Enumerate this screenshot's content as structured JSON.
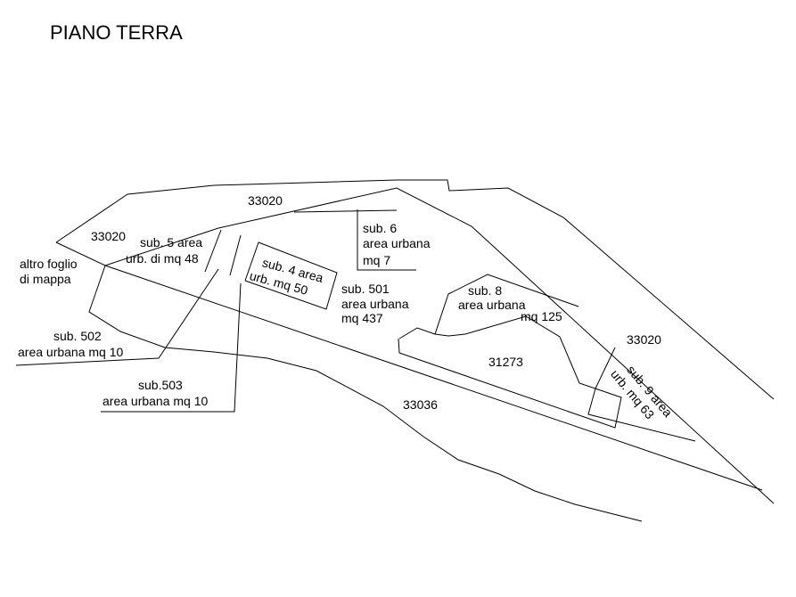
{
  "title": "PIANO TERRA",
  "colors": {
    "line": "#000000",
    "background": "#ffffff"
  },
  "labels": {
    "parcel_33020_top": "33020",
    "parcel_33020_left": "33020",
    "parcel_33020_right": "33020",
    "altro_foglio": [
      "altro foglio",
      "di mappa"
    ],
    "sub5": [
      "sub. 5 area",
      "urb. di mq 48"
    ],
    "sub4": [
      "sub. 4 area",
      "urb. mq 50"
    ],
    "sub6": [
      "sub. 6",
      "area urbana",
      "mq 7"
    ],
    "sub501": [
      "sub. 501",
      "area urbana",
      "mq 437"
    ],
    "sub8": [
      "sub. 8",
      "area urbana",
      "mq 125"
    ],
    "parcel_31273": "31273",
    "sub9": [
      "sub. 9 area",
      "urb. mq 63"
    ],
    "sub502": [
      "sub. 502",
      "area urbana mq 10"
    ],
    "sub503": [
      "sub.503",
      "area urbana mq 10"
    ],
    "parcel_33036": "33036"
  }
}
